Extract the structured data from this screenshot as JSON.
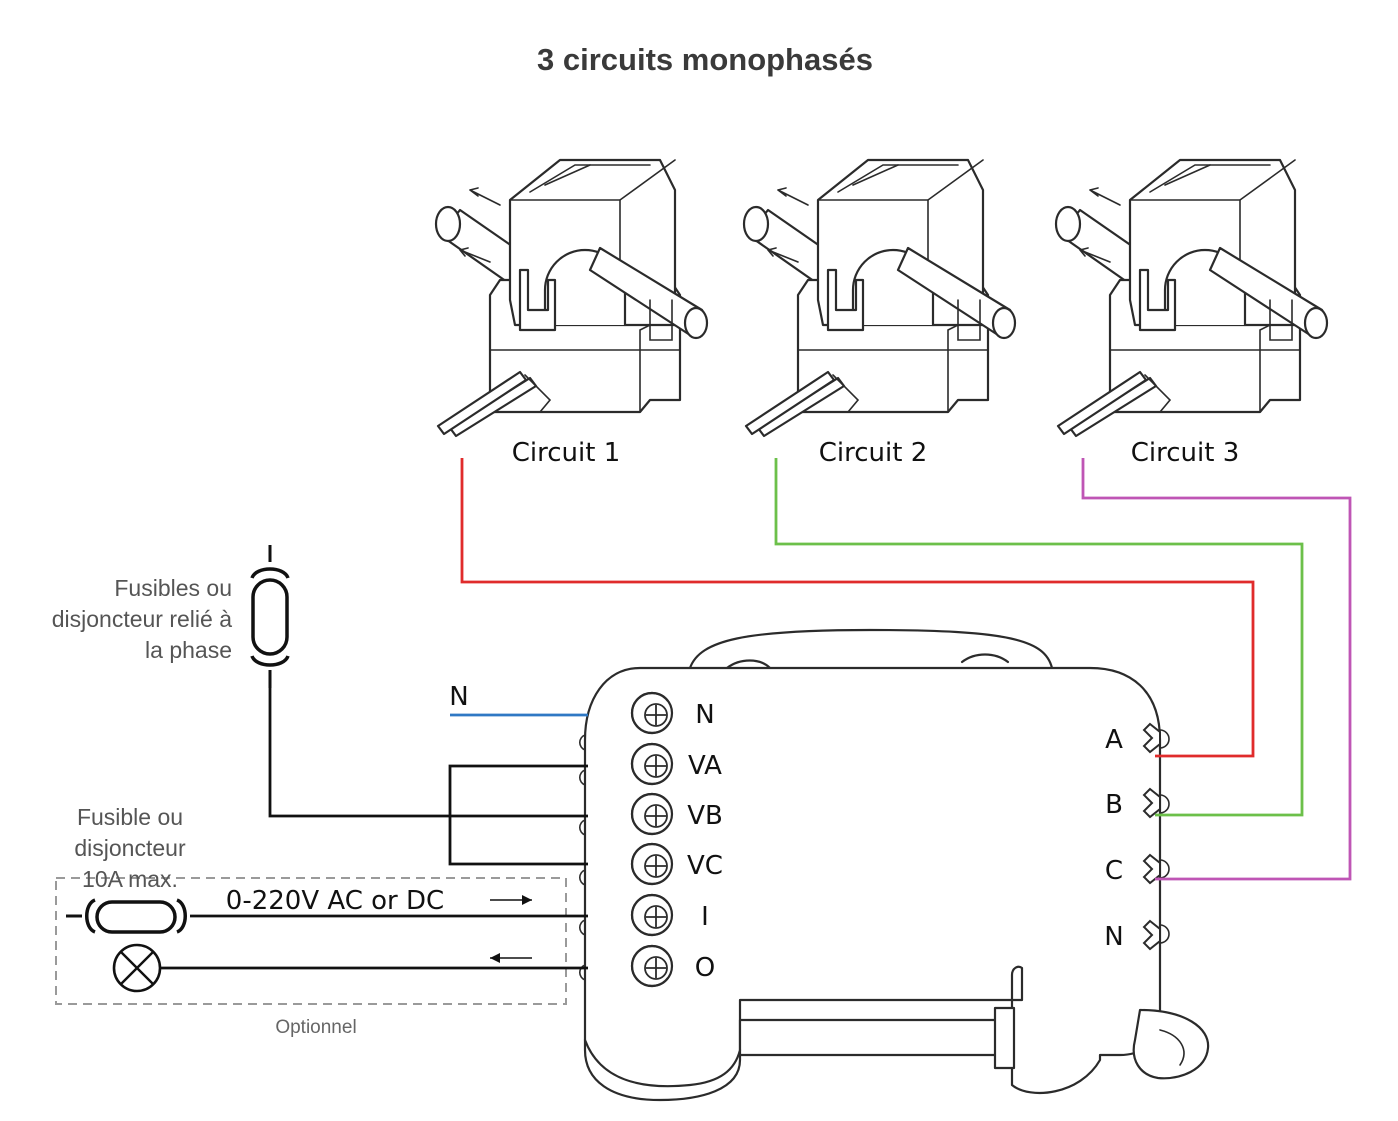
{
  "title": "3 circuits monophasés",
  "circuits": [
    {
      "label": "Circuit 1",
      "wire_color": "#e02b2b"
    },
    {
      "label": "Circuit 2",
      "wire_color": "#6cc04a"
    },
    {
      "label": "Circuit 3",
      "wire_color": "#bf55b5"
    }
  ],
  "fuse_phase_label": [
    "Fusibles ou",
    "disjoncteur relié à",
    "la phase"
  ],
  "fuse_load_label": [
    "Fusible ou",
    "disjoncteur",
    "10A max."
  ],
  "neutral_wire_label": "N",
  "neutral_wire_color": "#2f78c4",
  "voltage_label": "0-220V AC or DC",
  "optional_label": "Optionnel",
  "left_terminals": [
    "N",
    "VA",
    "VB",
    "VC",
    "I",
    "O"
  ],
  "right_terminals": [
    "A",
    "B",
    "C",
    "N"
  ]
}
